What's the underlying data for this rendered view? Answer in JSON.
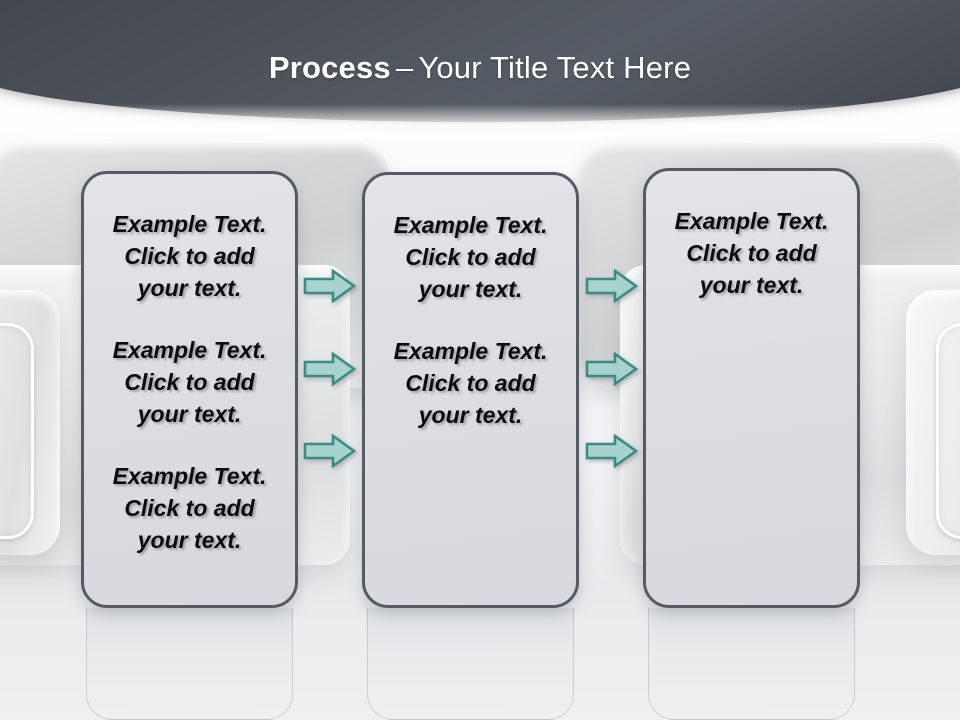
{
  "slide": {
    "title": {
      "bold": "Process",
      "dash": "–",
      "rest": "Your Title Text Here"
    },
    "colors": {
      "header_band": "#4b5058",
      "box_fill": "#dcdee2",
      "box_border": "#565b63",
      "arrow_fill": "#a6d3ce",
      "arrow_border": "#3d8b82",
      "title_text": "#ffffff",
      "body_text": "#0c0c0c",
      "background": "#f1f2f4"
    },
    "boxes": [
      {
        "name": "process-box-1",
        "blocks": [
          {
            "lines": [
              "Example Text.",
              "Click  to add",
              "your text."
            ]
          },
          {
            "lines": [
              "Example Text.",
              "Click  to add",
              "your text."
            ]
          },
          {
            "lines": [
              "Example Text.",
              "Click  to add",
              "your text."
            ]
          }
        ]
      },
      {
        "name": "process-box-2",
        "blocks": [
          {
            "lines": [
              "Example Text.",
              "Click  to add",
              "your text."
            ]
          },
          {
            "lines": [
              "Example Text.",
              "Click  to add",
              "your text."
            ]
          }
        ]
      },
      {
        "name": "process-box-3",
        "blocks": [
          {
            "lines": [
              "Example Text.",
              "Click  to add",
              "your text."
            ]
          }
        ]
      }
    ],
    "arrows": {
      "icon": "arrow-right-icon",
      "left_group_count": 3,
      "right_group_count": 3,
      "total": 6
    },
    "background": {
      "decor": "armchair-silhouettes",
      "reflection": "mirror-reflection-below-boxes"
    }
  }
}
